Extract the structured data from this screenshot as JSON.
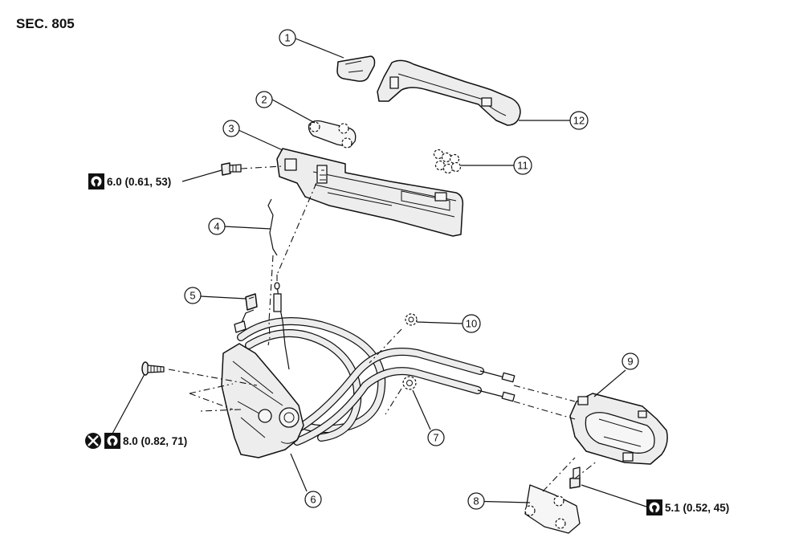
{
  "section": "SEC. 805",
  "callouts": [
    {
      "num": "1"
    },
    {
      "num": "2"
    },
    {
      "num": "3"
    },
    {
      "num": "4"
    },
    {
      "num": "5"
    },
    {
      "num": "6"
    },
    {
      "num": "7"
    },
    {
      "num": "8"
    },
    {
      "num": "9"
    },
    {
      "num": "10"
    },
    {
      "num": "11"
    },
    {
      "num": "12"
    }
  ],
  "torques": [
    {
      "value": "6.0 (0.61, 53)",
      "icon": "torque-wrench-icon"
    },
    {
      "value": "8.0 (0.82, 71)",
      "icon": "torque-wrench-icon",
      "prefix_icon": "do-not-reuse-icon"
    },
    {
      "value": "5.1 (0.52, 45)",
      "icon": "torque-wrench-icon"
    }
  ]
}
